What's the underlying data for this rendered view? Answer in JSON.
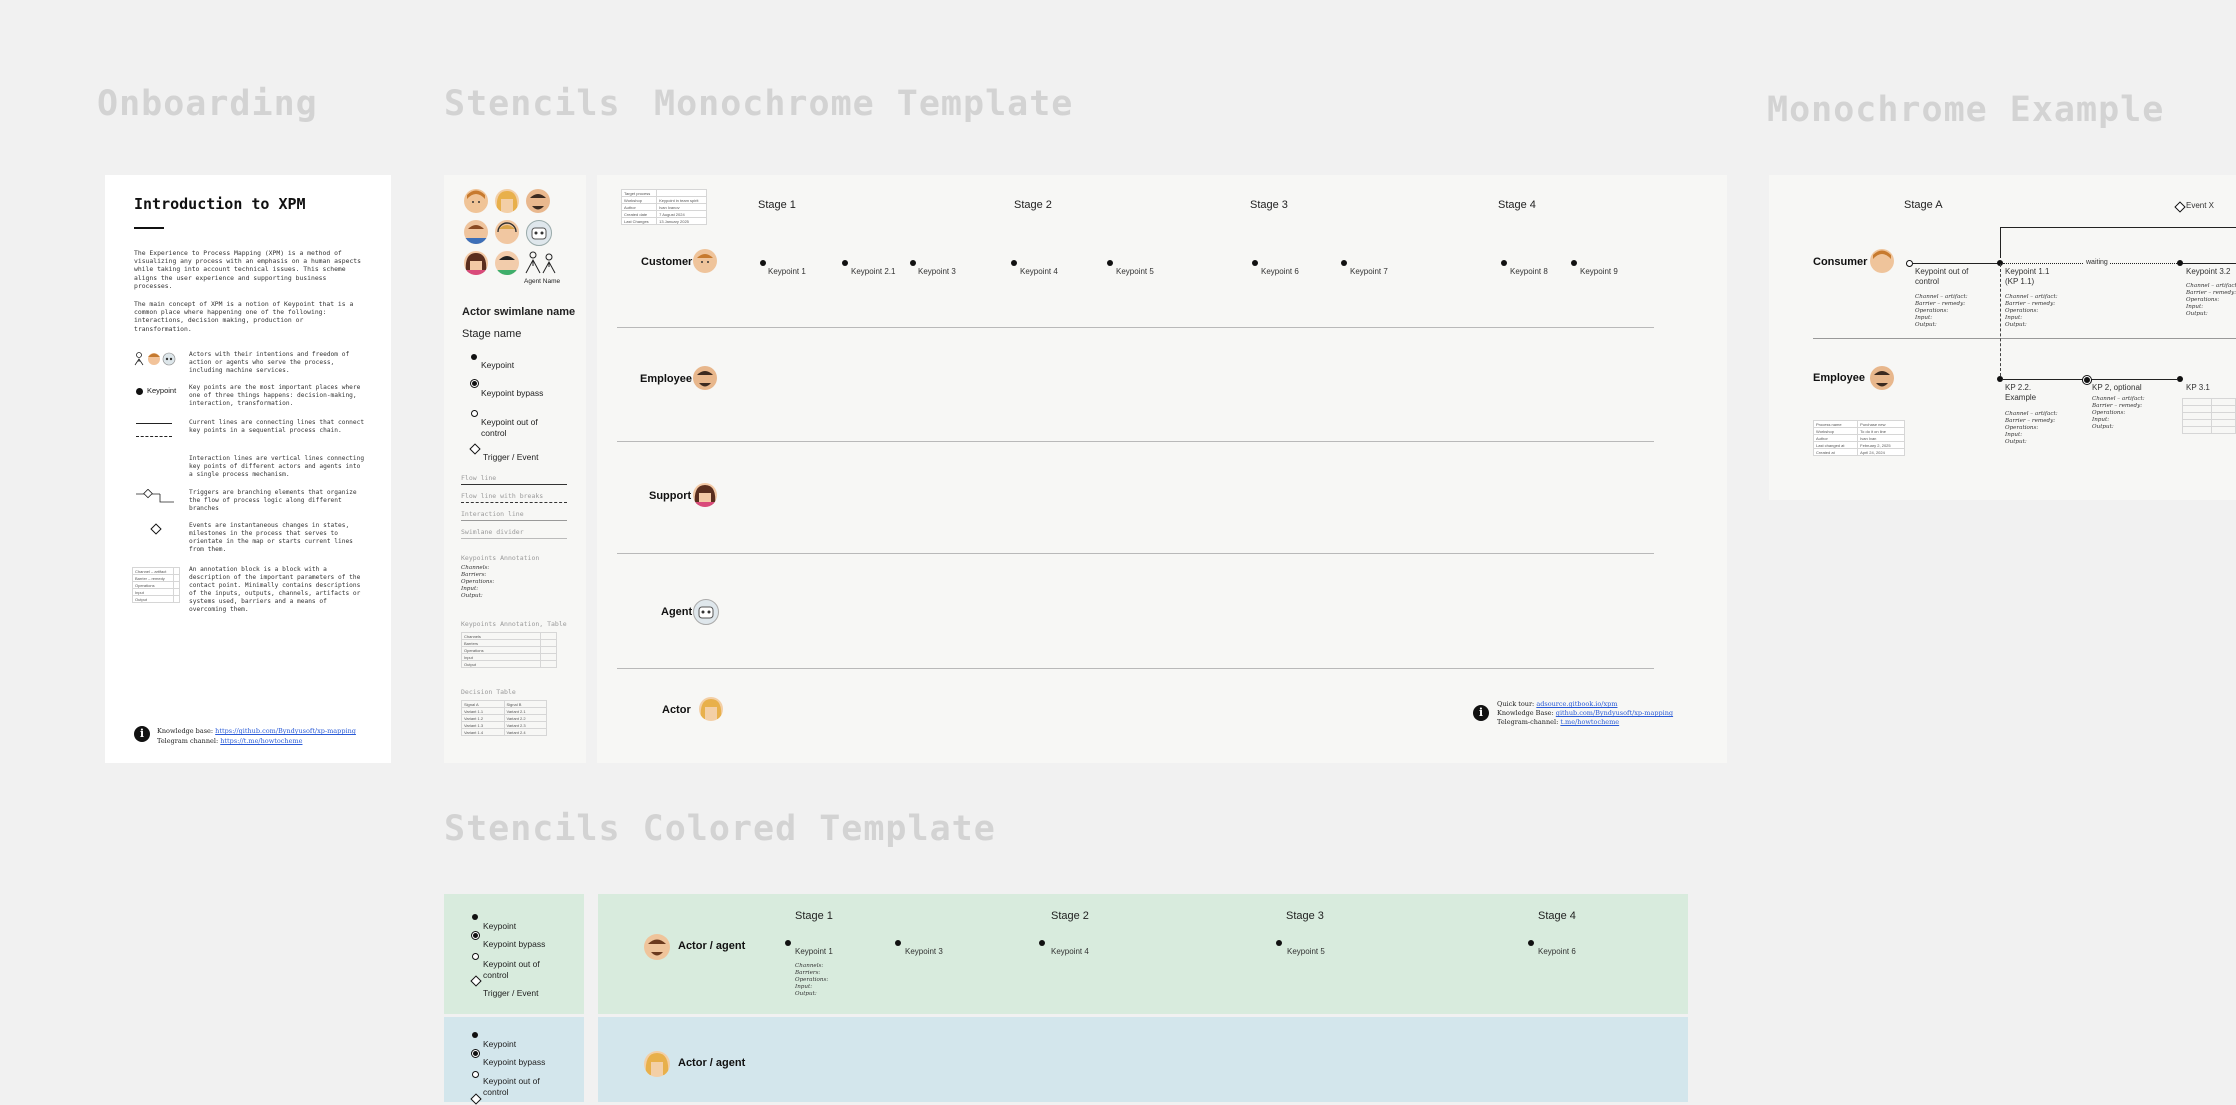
{
  "sections": {
    "onboarding": "Onboarding",
    "stencils": "Stencils",
    "mono_template": "Monochrome Template",
    "mono_example": "Monochrome Example",
    "colored_template": "Stencils Colored Template"
  },
  "intro": {
    "title": "Introduction to XPM",
    "para1": "The Experience to Process Mapping (XPM) is a method of visualizing any process with an emphasis on a human aspects while taking into account technical issues. This scheme aligns the user experience and supporting business processes.",
    "para2": "The main concept of XPM is a notion of Keypoint that is a common place where happening one of the following: interactions, decision making, production or transformation.",
    "legend": [
      "Actors with their intentions and freedom of action or agents who serve the process, including machine services.",
      "Key points are the most important places where one of three things happens: decision-making, interaction, transformation.",
      "Current lines are connecting lines that connect key points in a sequential process chain.",
      "Interaction lines are vertical lines connecting key points of different actors and agents into a single process mechanism.",
      "Triggers are branching elements that organize the flow of process logic along different branches",
      "Events are instantaneous changes in states, milestones in the process that serves to orientate in the map or starts current lines from them.",
      "An annotation block is a block with a description of the important parameters of the contact point. Minimally contains descriptions of the inputs, outputs, channels, artifacts or systems used, barriers and a means of overcoming them."
    ],
    "legend_keypoint": "Keypoint",
    "kb_label": "Knowledge base:",
    "kb_link": "https://github.com/Byndyusoft/xp-mapping",
    "tg_label": "Telegram channel:",
    "tg_link": "https://t.me/howtocheme",
    "annot_rows": [
      "Channel – artifact",
      "Barrier – remedy",
      "Operations",
      "Input",
      "Output"
    ]
  },
  "stencils": {
    "agent_name": "Agent Name",
    "swimlane_name": "Actor swimlane name",
    "stage_name": "Stage name",
    "keypoint": "Keypoint",
    "keypoint_bypass": "Keypoint bypass",
    "keypoint_out": "Keypoint out of control",
    "trigger": "Trigger / Event",
    "flow_line": "Flow line",
    "flow_breaks": "Flow line with breaks",
    "interaction_line": "Interaction line",
    "swimlane_divider": "Swimlane divider",
    "kp_annotation": "Keypoints Annotation",
    "annot_lines": [
      "Channels:",
      "Barriers:",
      "Operations:",
      "Input:",
      "Output:"
    ],
    "kp_annotation_table": "Keypoints Annotation, Table",
    "table_rows": [
      "Channels",
      "Barriers",
      "Operations",
      "Input",
      "Output"
    ],
    "decision_table": "Decision Table",
    "decision_rows": [
      [
        "Signal A",
        "Signal B"
      ],
      [
        "Variant 1.1",
        "Variant 2.1"
      ],
      [
        "Variant 1.2",
        "Variant 2.2"
      ],
      [
        "Variant 1.3",
        "Variant 2.3"
      ],
      [
        "Variant 1.4",
        "Variant 2.4"
      ]
    ]
  },
  "mono_template": {
    "meta": [
      [
        "Target process",
        ""
      ],
      [
        "Workshop",
        "Keypoint in team spirit"
      ],
      [
        "Author",
        "Ivan Ivanov"
      ],
      [
        "Created date",
        "7 August 2024"
      ],
      [
        "Last Changes",
        "13 January 2025"
      ]
    ],
    "stages": [
      "Stage 1",
      "Stage 2",
      "Stage 3",
      "Stage 4"
    ],
    "lanes": [
      "Customer",
      "Employee",
      "Support",
      "Agent",
      "Actor"
    ],
    "keypoints": [
      "Keypoint 1",
      "Keypoint 2.1",
      "Keypoint 3",
      "Keypoint 4",
      "Keypoint 5",
      "Keypoint 6",
      "Keypoint 7",
      "Keypoint 8",
      "Keypoint 9"
    ],
    "quick_tour_label": "Quick tour:",
    "quick_tour_link": "adsource.gitbook.io/xpm",
    "kb_label": "Knowledge Base:",
    "kb_link": "github.com/Byndyusoft/xp-mapping",
    "tg_label": "Telegram-channel:",
    "tg_link": "t.me/howtocheme"
  },
  "mono_example": {
    "stage_a": "Stage A",
    "event_x": "Event X",
    "consumer": "Consumer",
    "employee": "Employee",
    "kp_out": "Keypoint out of control",
    "kp_11": "Keypoint 1.1 (KP 1.1)",
    "waiting": "waiting",
    "kp_32": "Keypoint 3.2",
    "kp_22": "KP 2.2. Example",
    "kp_2_opt": "KP 2, optional",
    "kp_31": "KP 3.1",
    "annot": [
      "Channel – artifact:",
      "Barrier – remedy:",
      "Operations:",
      "Input:",
      "Output:"
    ],
    "meta": [
      [
        "Process name",
        "Purchase new"
      ],
      [
        "Workshop",
        "To do it on line"
      ],
      [
        "Author",
        "Ivan Ivan"
      ],
      [
        "Last changed at",
        "February 2, 2025"
      ],
      [
        "Created at",
        "April 24, 2024"
      ]
    ]
  },
  "colored": {
    "lane1": {
      "actor": "Actor / agent",
      "legend": [
        "Keypoint",
        "Keypoint bypass",
        "Keypoint out of control",
        "Trigger / Event"
      ],
      "stages": [
        "Stage 1",
        "Stage 2",
        "Stage 3",
        "Stage 4"
      ],
      "keypoints": [
        "Keypoint 1",
        "Keypoint 3",
        "Keypoint 4",
        "Keypoint 5",
        "Keypoint 6"
      ],
      "annot": [
        "Channels:",
        "Barriers:",
        "Operations:",
        "Input:",
        "Output:"
      ]
    },
    "lane2": {
      "actor": "Actor / agent",
      "legend": [
        "Keypoint",
        "Keypoint bypass",
        "Keypoint out of control"
      ]
    },
    "colors": {
      "green": "#d8ebdd",
      "blue": "#d3e6ec"
    }
  }
}
